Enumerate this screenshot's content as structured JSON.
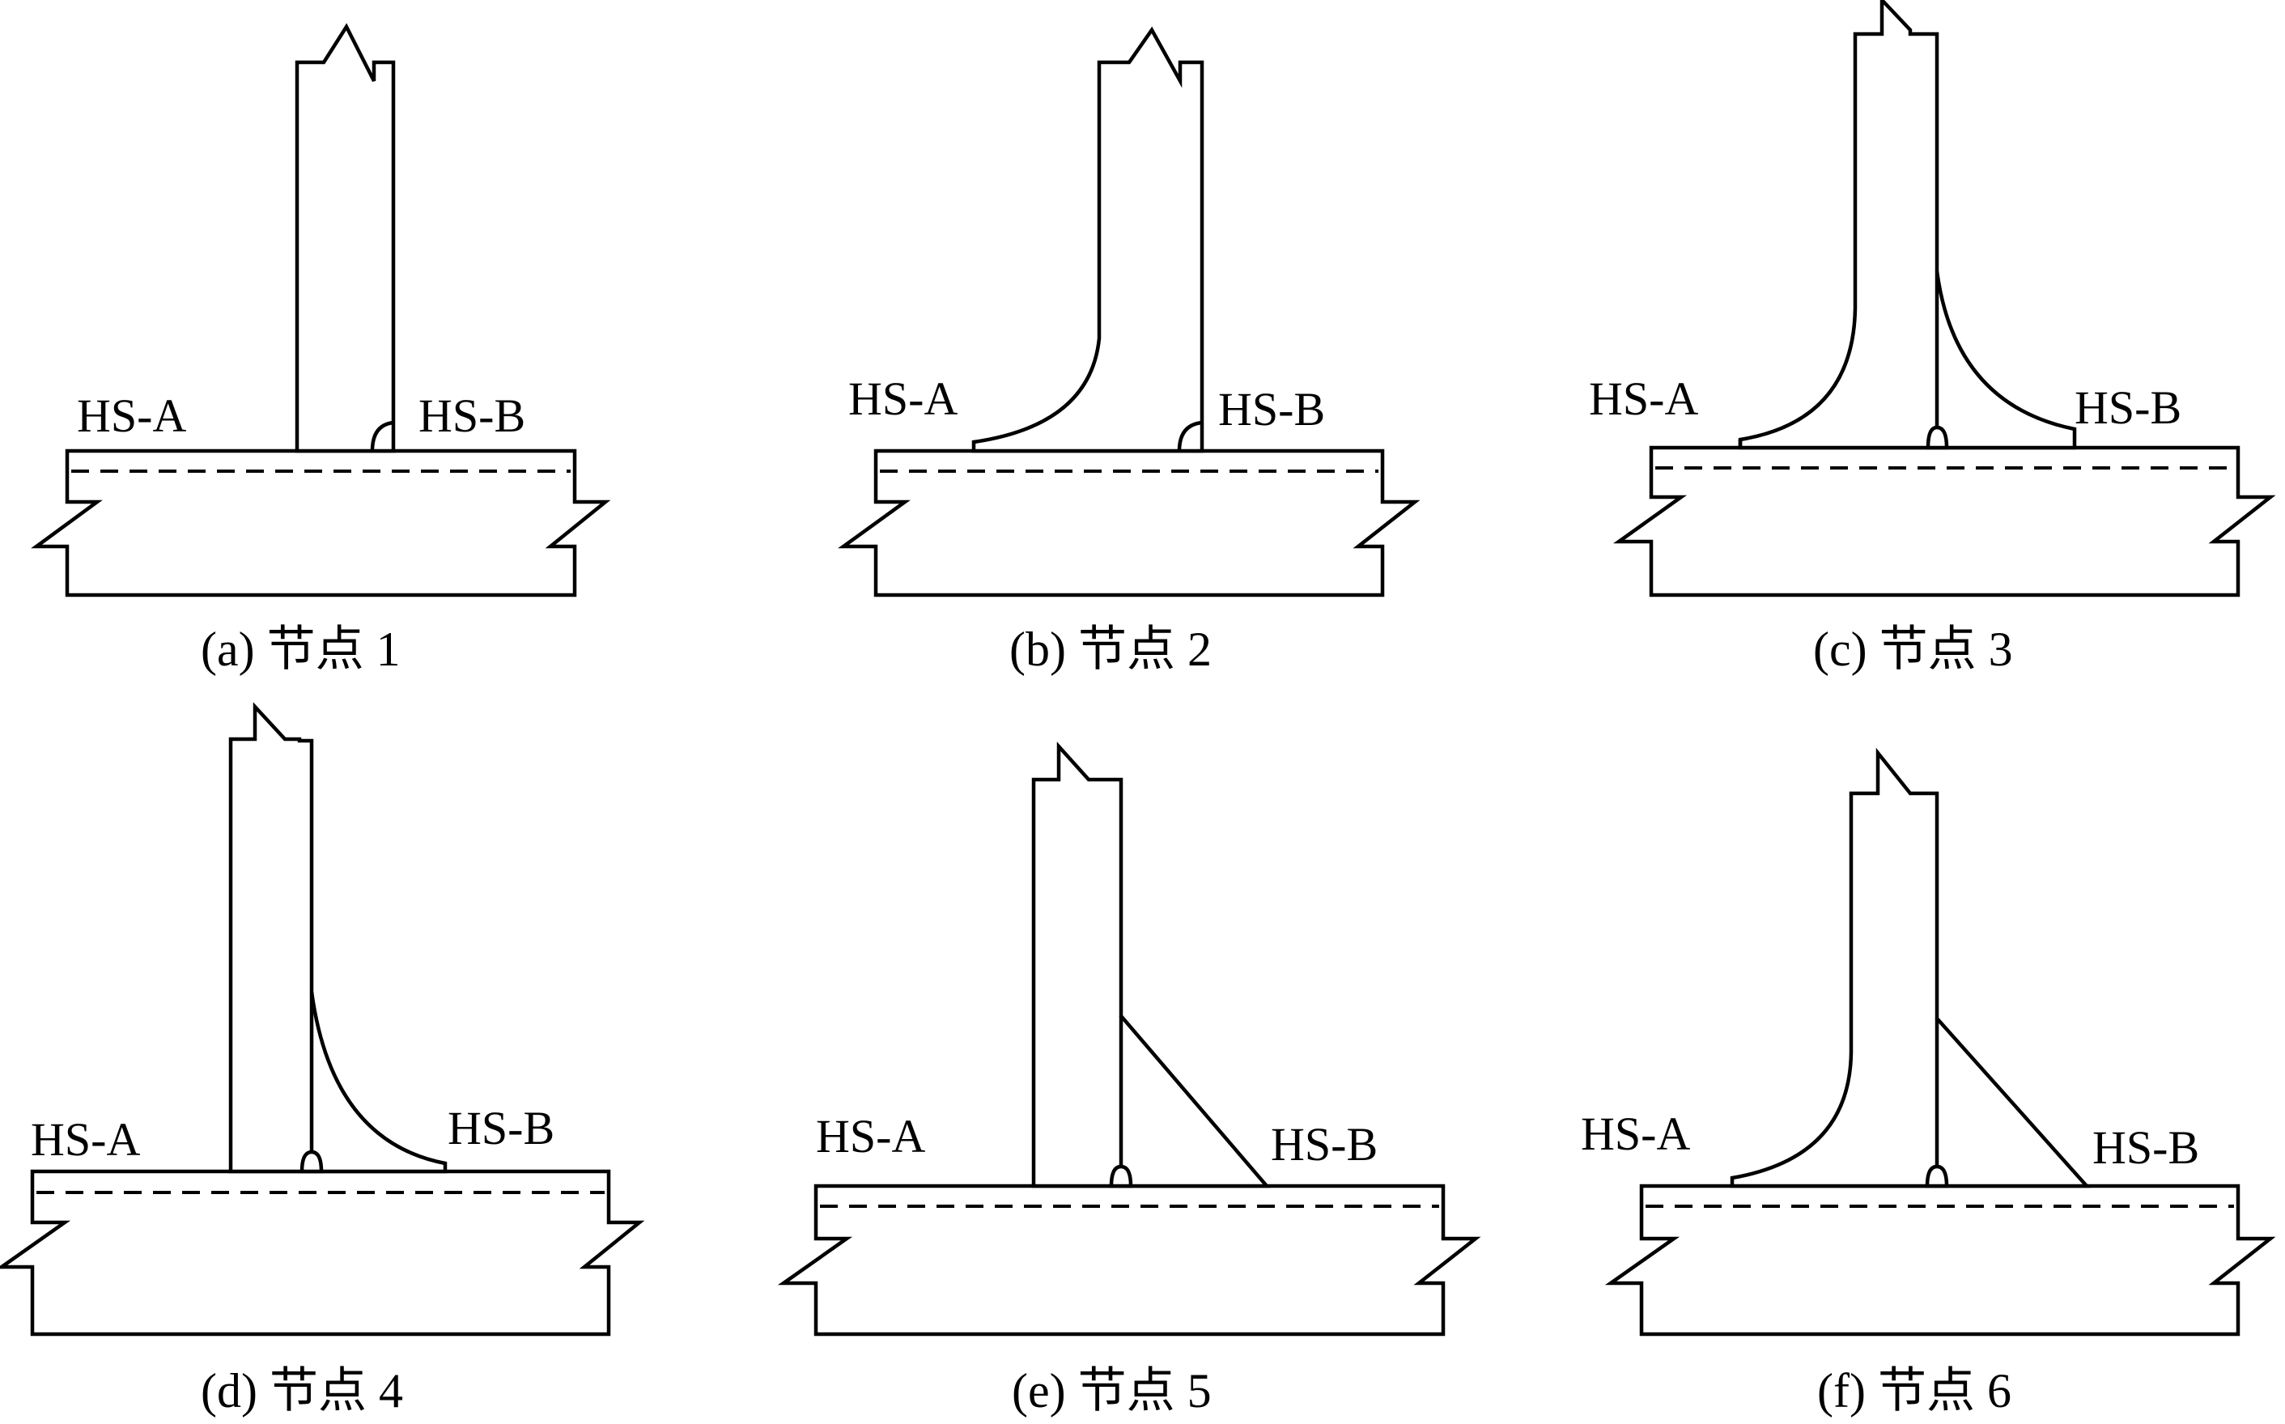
{
  "panels": [
    {
      "id": "a",
      "caption": "(a)  节点 1",
      "label_a": "HS-A",
      "label_b": "HS-B"
    },
    {
      "id": "b",
      "caption": "(b)  节点 2",
      "label_a": "HS-A",
      "label_b": "HS-B"
    },
    {
      "id": "c",
      "caption": "(c)  节点 3",
      "label_a": "HS-A",
      "label_b": "HS-B"
    },
    {
      "id": "d",
      "caption": "(d)  节点 4",
      "label_a": "HS-A",
      "label_b": "HS-B"
    },
    {
      "id": "e",
      "caption": "(e)  节点 5",
      "label_a": "HS-A",
      "label_b": "HS-B"
    },
    {
      "id": "f",
      "caption": "(f)  节点 6",
      "label_a": "HS-A",
      "label_b": "HS-B"
    }
  ]
}
